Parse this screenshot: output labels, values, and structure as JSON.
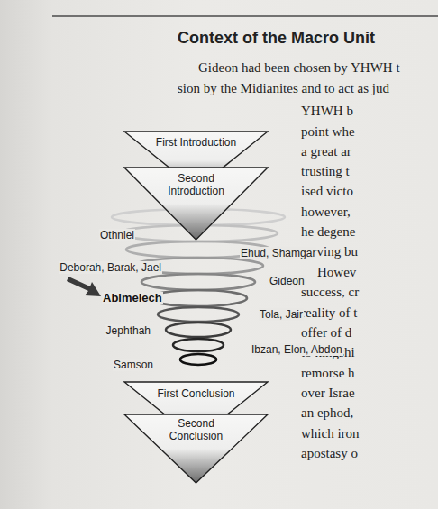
{
  "diagram": {
    "title": "Context of the Macro Unit",
    "nodes": [
      {
        "text": [
          "First Introduction"
        ]
      },
      {
        "text": [
          "Second Introduction"
        ]
      },
      {
        "text": [
          "First Conclusion"
        ]
      },
      {
        "text": [
          "Second Conclusion"
        ]
      }
    ],
    "labels": [
      "Gideon had been chosen by YHWH t",
      "sion by the Midianites and to act as jud",
      "YHWH b",
      "point whe",
      "a great ar",
      "trusting t",
      "ised victo",
      "however,",
      "he degene",
      "serving bu",
      "Howev",
      "success, cr",
      "reality of t",
      "offer of d",
      "to kingshi",
      "remorse h",
      "over Israe",
      "an ephod,",
      "which iron",
      "apostasy o",
      "Othniel",
      "Ehud, Shamgar",
      "Deborah, Barak, Jael",
      "Abimelech",
      "Gideon",
      "Tola, Jair",
      "Jephthah",
      "Ibzan, Elon, Abdon",
      "Samson"
    ]
  }
}
